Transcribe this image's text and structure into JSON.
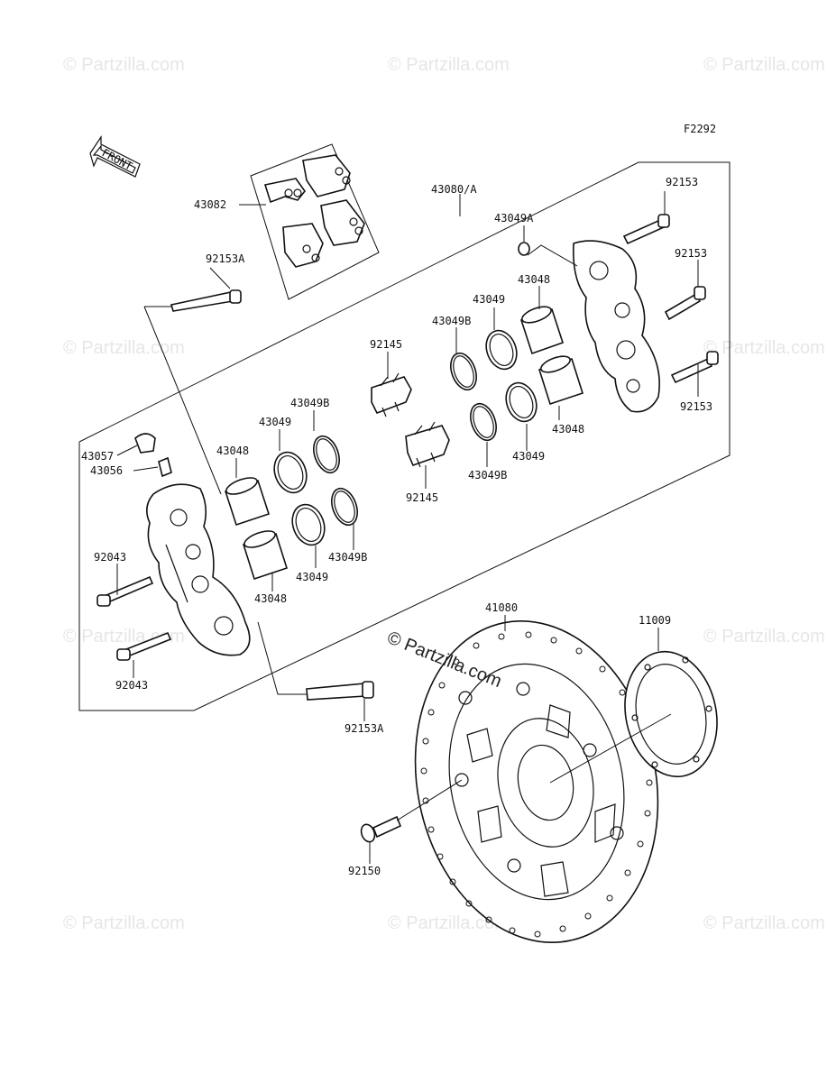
{
  "figure_code": "F2292",
  "front_arrow_label": "FRONT",
  "watermark_text": "© Partzilla.com",
  "center_watermark_text": "© Partzilla.com",
  "labels": {
    "p43082": "43082",
    "p43080A": "43080/A",
    "p92153_1": "92153",
    "p92153_2": "92153",
    "p92153_3": "92153",
    "p92153A_top": "92153A",
    "p92153A_bottom": "92153A",
    "p43049A": "43049A",
    "p43048_tr": "43048",
    "p43049_tr": "43049",
    "p43049B_tr": "43049B",
    "p92145_top": "92145",
    "p92145_bottom": "92145",
    "p43048_mr": "43048",
    "p43049_mr": "43049",
    "p43049B_mr": "43049B",
    "p43049B_l1": "43049B",
    "p43049_l1": "43049",
    "p43048_l1": "43048",
    "p43049B_l2": "43049B",
    "p43049_l2": "43049",
    "p43048_l2": "43048",
    "p43057": "43057",
    "p43056": "43056",
    "p92043_top": "92043",
    "p92043_bottom": "92043",
    "p41080": "41080",
    "p11009": "11009",
    "p92150": "92150"
  },
  "colors": {
    "line": "#111111",
    "watermark": "#e6e6e6",
    "background": "#ffffff"
  }
}
